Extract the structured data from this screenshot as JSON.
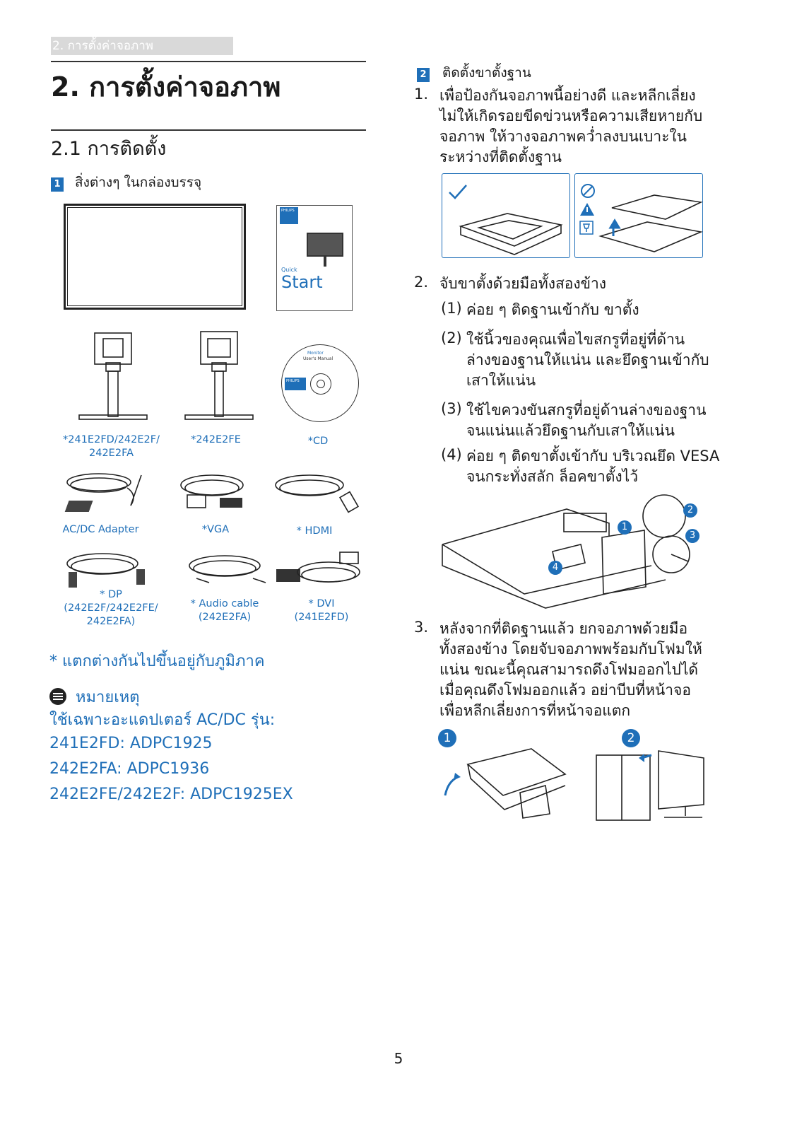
{
  "header": {
    "running_title": "2. การตั้งค่าจอภาพ"
  },
  "chapter_title": "2. การตั้งค่าจอภาพ",
  "section_title": "2.1 การติดตั้ง",
  "step1": {
    "badge": "1",
    "title": "สิ่งต่างๆ ในกล่องบรรจุ"
  },
  "qsg": {
    "brand": "PHILIPS",
    "quick": "Quick",
    "start": "Start"
  },
  "cd_art": {
    "title": "Monitor",
    "subtitle": "User's Manual",
    "brand": "PHILIPS"
  },
  "captions": {
    "stand1": "*241E2FD/242E2F/\n242E2FA",
    "stand2": "*242E2FE",
    "cd": "*CD",
    "adapter": "AC/DC Adapter",
    "vga": "*VGA",
    "hdmi": "* HDMI",
    "dp": "* DP\n(242E2F/242E2FE/\n242E2FA)",
    "audio": "* Audio cable\n(242E2FA)",
    "dvi": "* DVI\n(241E2FD)"
  },
  "region_note": "* แตกต่างกันไปขึ้นอยู่กับภูมิภาค",
  "note": {
    "label": "หมายเหตุ",
    "line1": "ใช้เฉพาะอะแดปเตอร์ AC/DC รุ่น:",
    "models": [
      "241E2FD: ADPC1925",
      "242E2FA: ADPC1936",
      "242E2FE/242E2F: ADPC1925EX"
    ]
  },
  "step2": {
    "badge": "2",
    "title": "ติดตั้งขาตั้งฐาน",
    "item1_num": "1.",
    "item1": "เพื่อป้องกันจอภาพนี้อย่างดี และหลีกเลี่ยง\nไม่ให้เกิดรอยขีดข่วนหรือความเสียหายกับ\nจอภาพ ให้วางจอภาพคว่ำลงบนเบาะใน\nระหว่างที่ติดตั้งฐาน",
    "item2_num": "2.",
    "item2": "จับขาตั้งด้วยมือทั้งสองข้าง",
    "sub1_num": "(1)",
    "sub1": "ค่อย ๆ ติดฐานเข้ากับ ขาตั้ง",
    "sub2_num": "(2)",
    "sub2": "ใช้นิ้วของคุณเพื่อไขสกรูที่อยู่ที่ด้าน\nล่างของฐานให้แน่น และยึดฐานเข้ากับ\nเสาให้แน่น",
    "sub3_num": "(3)",
    "sub3": "ใช้ไขควงขันสกรูที่อยู่ด้านล่างของฐาน\nจนแน่นแล้วยึดฐานกับเสาให้แน่น",
    "sub4_num": "(4)",
    "sub4": "ค่อย ๆ ติดขาตั้งเข้ากับ บริเวณยึด VESA\nจนกระทั่งสลัก ล็อคขาตั้งไว้",
    "item3_num": "3.",
    "item3": "หลังจากที่ติดฐานแล้ว ยกจอภาพด้วยมือ\nทั้งสองข้าง โดยจับจอภาพพร้อมกับโฟมให้\nแน่น ขณะนี้คุณสามารถดึงโฟมออกไปได้\nเมื่อคุณดึงโฟมออกแล้ว อย่าบีบที่หน้าจอ\nเพื่อหลีกเลี่ยงการที่หน้าจอแตก"
  },
  "callouts": [
    "1",
    "2",
    "3",
    "4"
  ],
  "lift_steps": [
    "1",
    "2"
  ],
  "page_number": "5",
  "colors": {
    "accent": "#1f6fb8",
    "rule": "#333333",
    "header_bar": "#d9d9d9"
  }
}
